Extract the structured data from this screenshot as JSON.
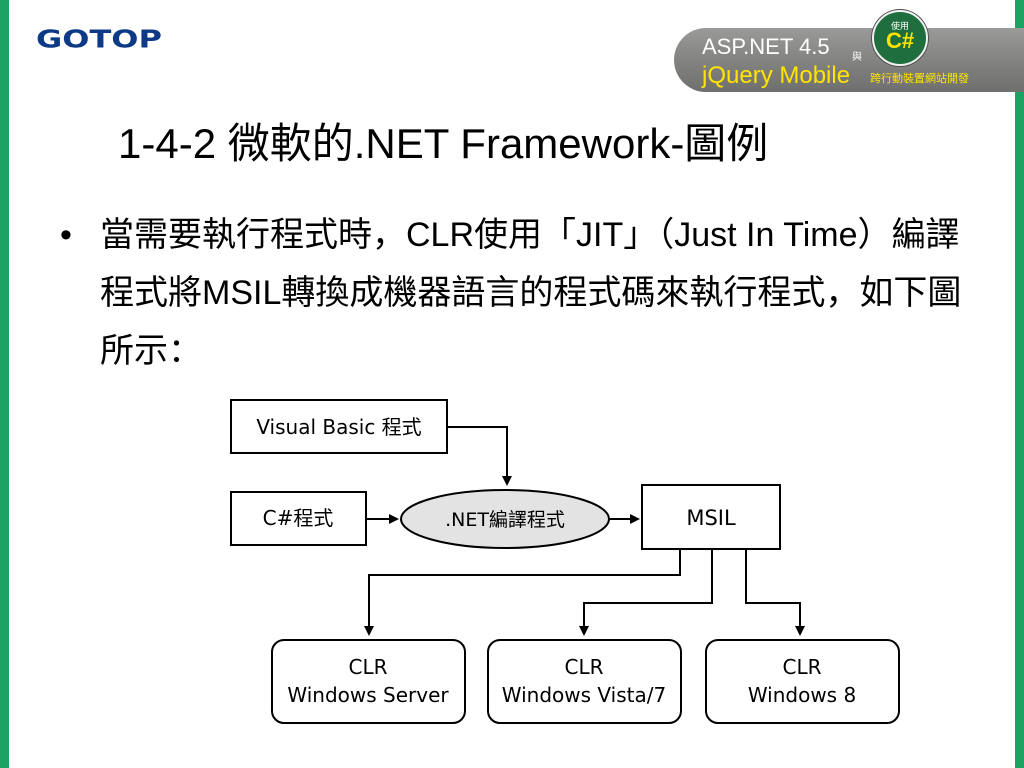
{
  "header": {
    "logo": "GOTOP",
    "banner": {
      "line1": "ASP.NET 4.5",
      "line1_small": "與",
      "line2": "jQuery Mobile",
      "line2_sub": "跨行動裝置網站開發",
      "badge_top": "使用",
      "badge_main": "C#"
    }
  },
  "slide": {
    "title": "1-4-2 微軟的.NET Framework-圖例",
    "bullet": "當需要執行程式時，CLR使用「JIT」（Just In Time）編譯程式將MSIL轉換成機器語言的程式碼來執行程式，如下圖所示："
  },
  "diagram": {
    "vb_box": "Visual Basic 程式",
    "cs_box": "C#程式",
    "compiler": ".NET編譯程式",
    "msil": "MSIL",
    "targets": [
      {
        "line1": "CLR",
        "line2": "Windows Server"
      },
      {
        "line1": "CLR",
        "line2": "Windows Vista/7"
      },
      {
        "line1": "CLR",
        "line2": "Windows 8"
      }
    ]
  },
  "colors": {
    "side_bar": "#1aa262",
    "logo": "#0d3a86",
    "banner_yellow": "#ffe400",
    "ellipse_fill": "#e3e3e3"
  }
}
